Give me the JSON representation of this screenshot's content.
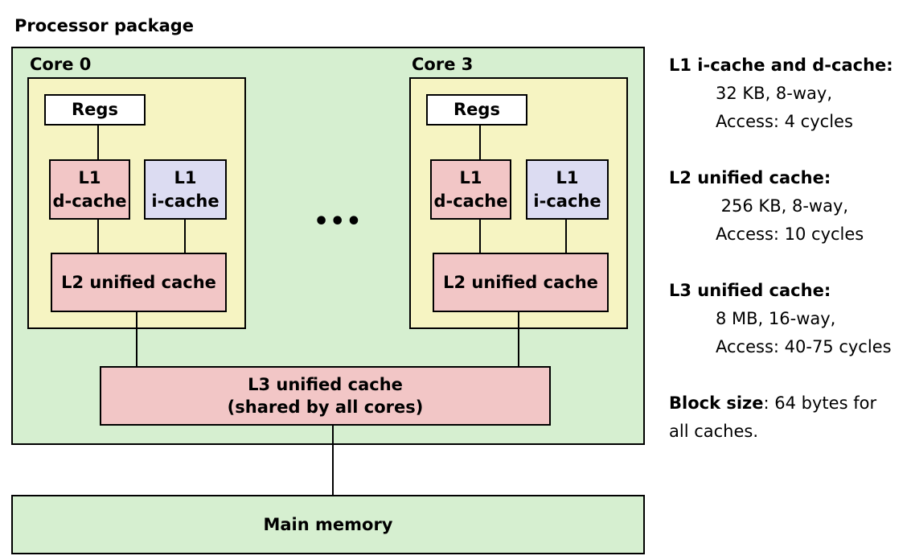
{
  "title": "Processor package",
  "cores": [
    {
      "label": "Core 0",
      "regs": "Regs",
      "l1d": {
        "line1": "L1",
        "line2": "d-cache"
      },
      "l1i": {
        "line1": "L1",
        "line2": "i-cache"
      },
      "l2": "L2 unified cache"
    },
    {
      "label": "Core 3",
      "regs": "Regs",
      "l1d": {
        "line1": "L1",
        "line2": "d-cache"
      },
      "l1i": {
        "line1": "L1",
        "line2": "i-cache"
      },
      "l2": "L2 unified cache"
    }
  ],
  "ellipsis": "•••",
  "l3": {
    "line1": "L3 unified cache",
    "line2": "(shared by all cores)"
  },
  "main_memory": "Main memory",
  "specs": {
    "l1": {
      "heading": "L1 i-cache and d-cache:",
      "line1": "32 KB,  8-way,",
      "line2": "Access: 4 cycles"
    },
    "l2": {
      "heading": "L2 unified cache:",
      "line1": " 256 KB, 8-way,",
      "line2": "Access: 10 cycles"
    },
    "l3": {
      "heading": "L3 unified cache:",
      "line1": "8 MB, 16-way,",
      "line2": "Access: 40-75 cycles"
    },
    "block": {
      "heading": "Block size",
      "text": ": 64 bytes for",
      "line2": "all caches."
    }
  },
  "colors": {
    "package_bg": "#d6efd0",
    "core_bg": "#f6f4c2",
    "data_cache_bg": "#f2c6c6",
    "instruction_cache_bg": "#dcdcf2",
    "regs_bg": "#ffffff"
  }
}
